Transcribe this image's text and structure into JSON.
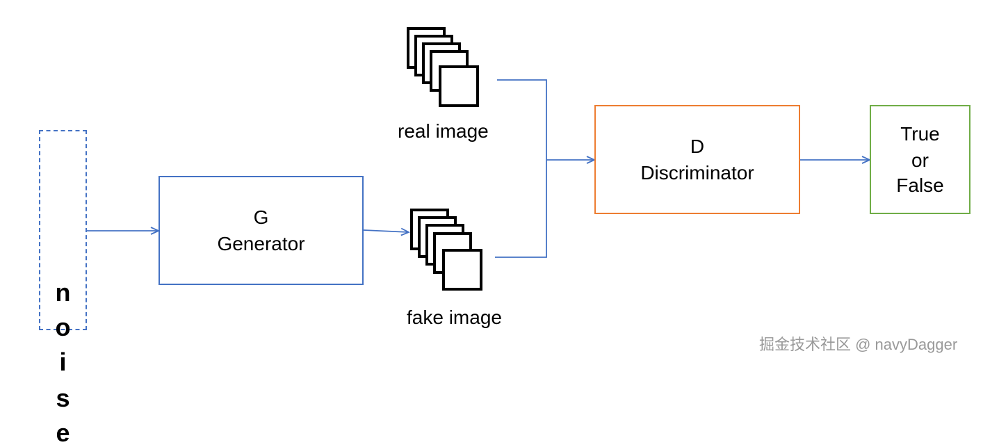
{
  "noise": {
    "letters": [
      "n",
      "o",
      "i",
      "s",
      "e"
    ]
  },
  "generator": {
    "letter": "G",
    "label": "Generator"
  },
  "discriminator": {
    "letter": "D",
    "label": "Discriminator"
  },
  "result": {
    "lines": [
      "True",
      "or",
      "False"
    ]
  },
  "real_image": {
    "label": "real image"
  },
  "fake_image": {
    "label": "fake image"
  },
  "watermark": "掘金技术社区 @ navyDagger",
  "colors": {
    "arrow": "#4472c4",
    "generator_border": "#4472c4",
    "noise_border": "#4472c4",
    "discriminator_border": "#ed7d31",
    "result_border": "#70ad47"
  },
  "icons": {
    "image_stack": "stacked-frames-icon"
  }
}
